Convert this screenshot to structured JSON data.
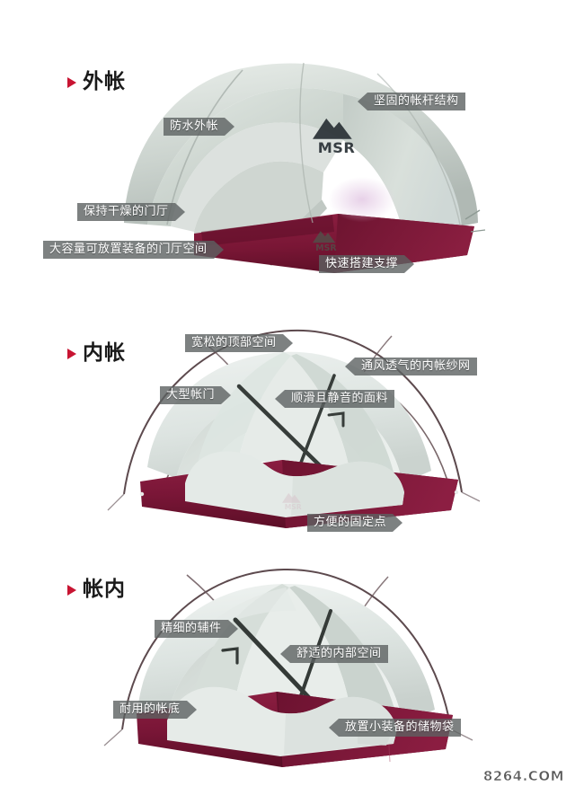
{
  "page": {
    "background_color": "#ffffff",
    "watermark": "8264.COM",
    "brand_logo_text": "MSR"
  },
  "colors": {
    "bullet_red": "#c81432",
    "heading_text": "#1a1a1a",
    "banner_bg": "rgba(92,97,97,0.80)",
    "banner_text": "#ffffff",
    "fly_grey": "#cfd6d2",
    "fly_grey_light": "#e3e8e4",
    "fly_grey_dark": "#b3bcb7",
    "burgundy": "#7d1838",
    "burgundy_dark": "#5e1029",
    "burgundy_light": "#8f2044",
    "mesh_grey": "#dfe5e4",
    "pole_dark": "#3d4340",
    "guy_line": "#9a8f92"
  },
  "sections": [
    {
      "id": "outer-fly",
      "heading": "外帐",
      "callouts": [
        {
          "id": "sturdy-pole-structure",
          "text": "坚固的帐杆结构",
          "direction": "left"
        },
        {
          "id": "waterproof-rainfly",
          "text": "防水外帐",
          "direction": "right"
        },
        {
          "id": "dry-vestibule",
          "text": "保持干燥的门厅",
          "direction": "right"
        },
        {
          "id": "large-vestibule-space",
          "text": "大容量可放置装备的门厅空间",
          "direction": "right"
        },
        {
          "id": "fast-pitch-support",
          "text": "快速搭建支撑",
          "direction": "right"
        }
      ]
    },
    {
      "id": "inner-tent",
      "heading": "内帐",
      "callouts": [
        {
          "id": "spacious-headroom",
          "text": "宽松的顶部空间",
          "direction": "right"
        },
        {
          "id": "breathable-mesh",
          "text": "通风透气的内帐纱网",
          "direction": "left"
        },
        {
          "id": "large-door",
          "text": "大型帐门",
          "direction": "right"
        },
        {
          "id": "smooth-quiet-fabric",
          "text": "顺滑且静音的面料",
          "direction": "left"
        },
        {
          "id": "convenient-anchor-points",
          "text": "方便的固定点",
          "direction": "right"
        }
      ]
    },
    {
      "id": "tent-interior",
      "heading": "帐内",
      "callouts": [
        {
          "id": "fine-accessories",
          "text": "精细的辅件",
          "direction": "right"
        },
        {
          "id": "comfortable-interior",
          "text": "舒适的内部空间",
          "direction": "left"
        },
        {
          "id": "durable-floor",
          "text": "耐用的帐底",
          "direction": "right"
        },
        {
          "id": "gear-storage-pocket",
          "text": "放置小装备的储物袋",
          "direction": "left"
        }
      ]
    }
  ]
}
